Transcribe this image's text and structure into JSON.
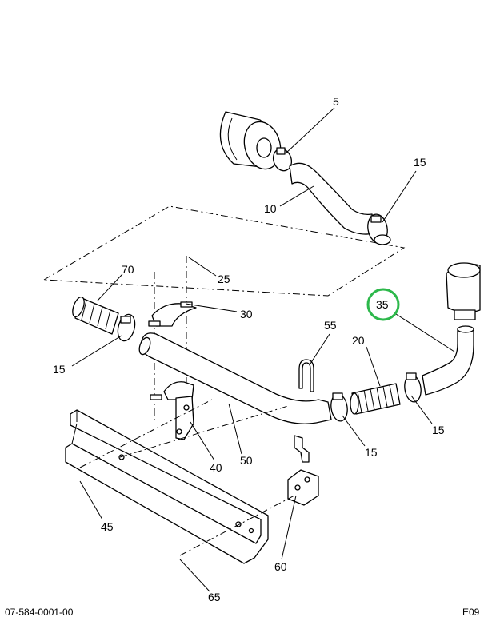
{
  "callouts": {
    "c5": "5",
    "c10": "10",
    "c15a": "15",
    "c70": "70",
    "c25": "25",
    "c30": "30",
    "c15b": "15",
    "c35": "35",
    "c55": "55",
    "c20": "20",
    "c15c": "15",
    "c15d": "15",
    "c40": "40",
    "c50": "50",
    "c45": "45",
    "c60": "60",
    "c65": "65"
  },
  "footer": {
    "drawing_number": "07-584-0001-00",
    "sheet_code": "E09"
  },
  "highlight": {
    "callout": "35",
    "color": "#2db84b"
  }
}
